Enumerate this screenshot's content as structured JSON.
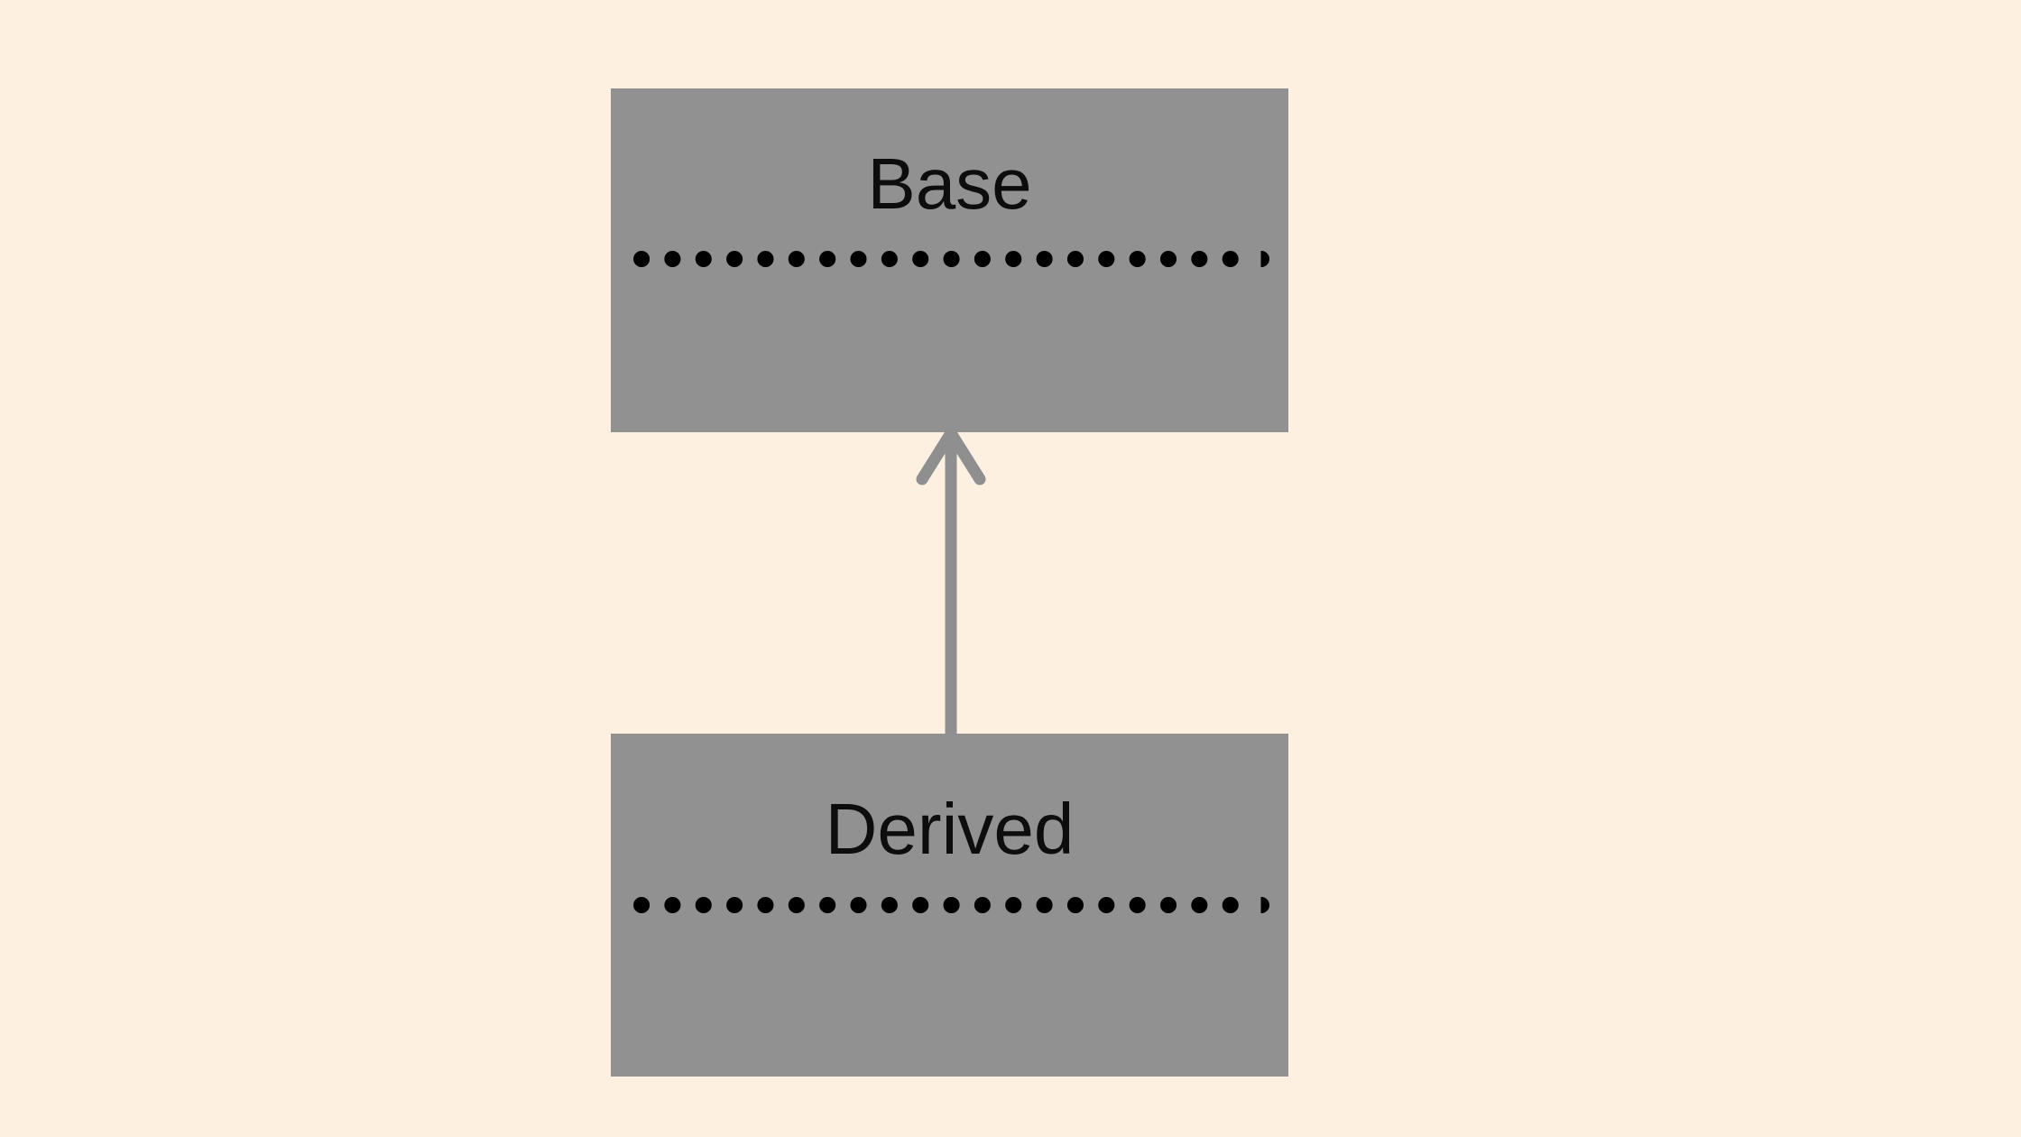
{
  "diagram": {
    "background_color": "#fdf0e1",
    "node_fill_color": "#919191",
    "node_text_color": "#0d0d0d",
    "separator_dot_color": "#000000",
    "arrow_color": "#8f8f8f",
    "nodes": [
      {
        "id": "base",
        "label": "Base"
      },
      {
        "id": "derived",
        "label": "Derived"
      }
    ],
    "edges": [
      {
        "from": "derived",
        "to": "base",
        "relationship": "inheritance"
      }
    ]
  }
}
